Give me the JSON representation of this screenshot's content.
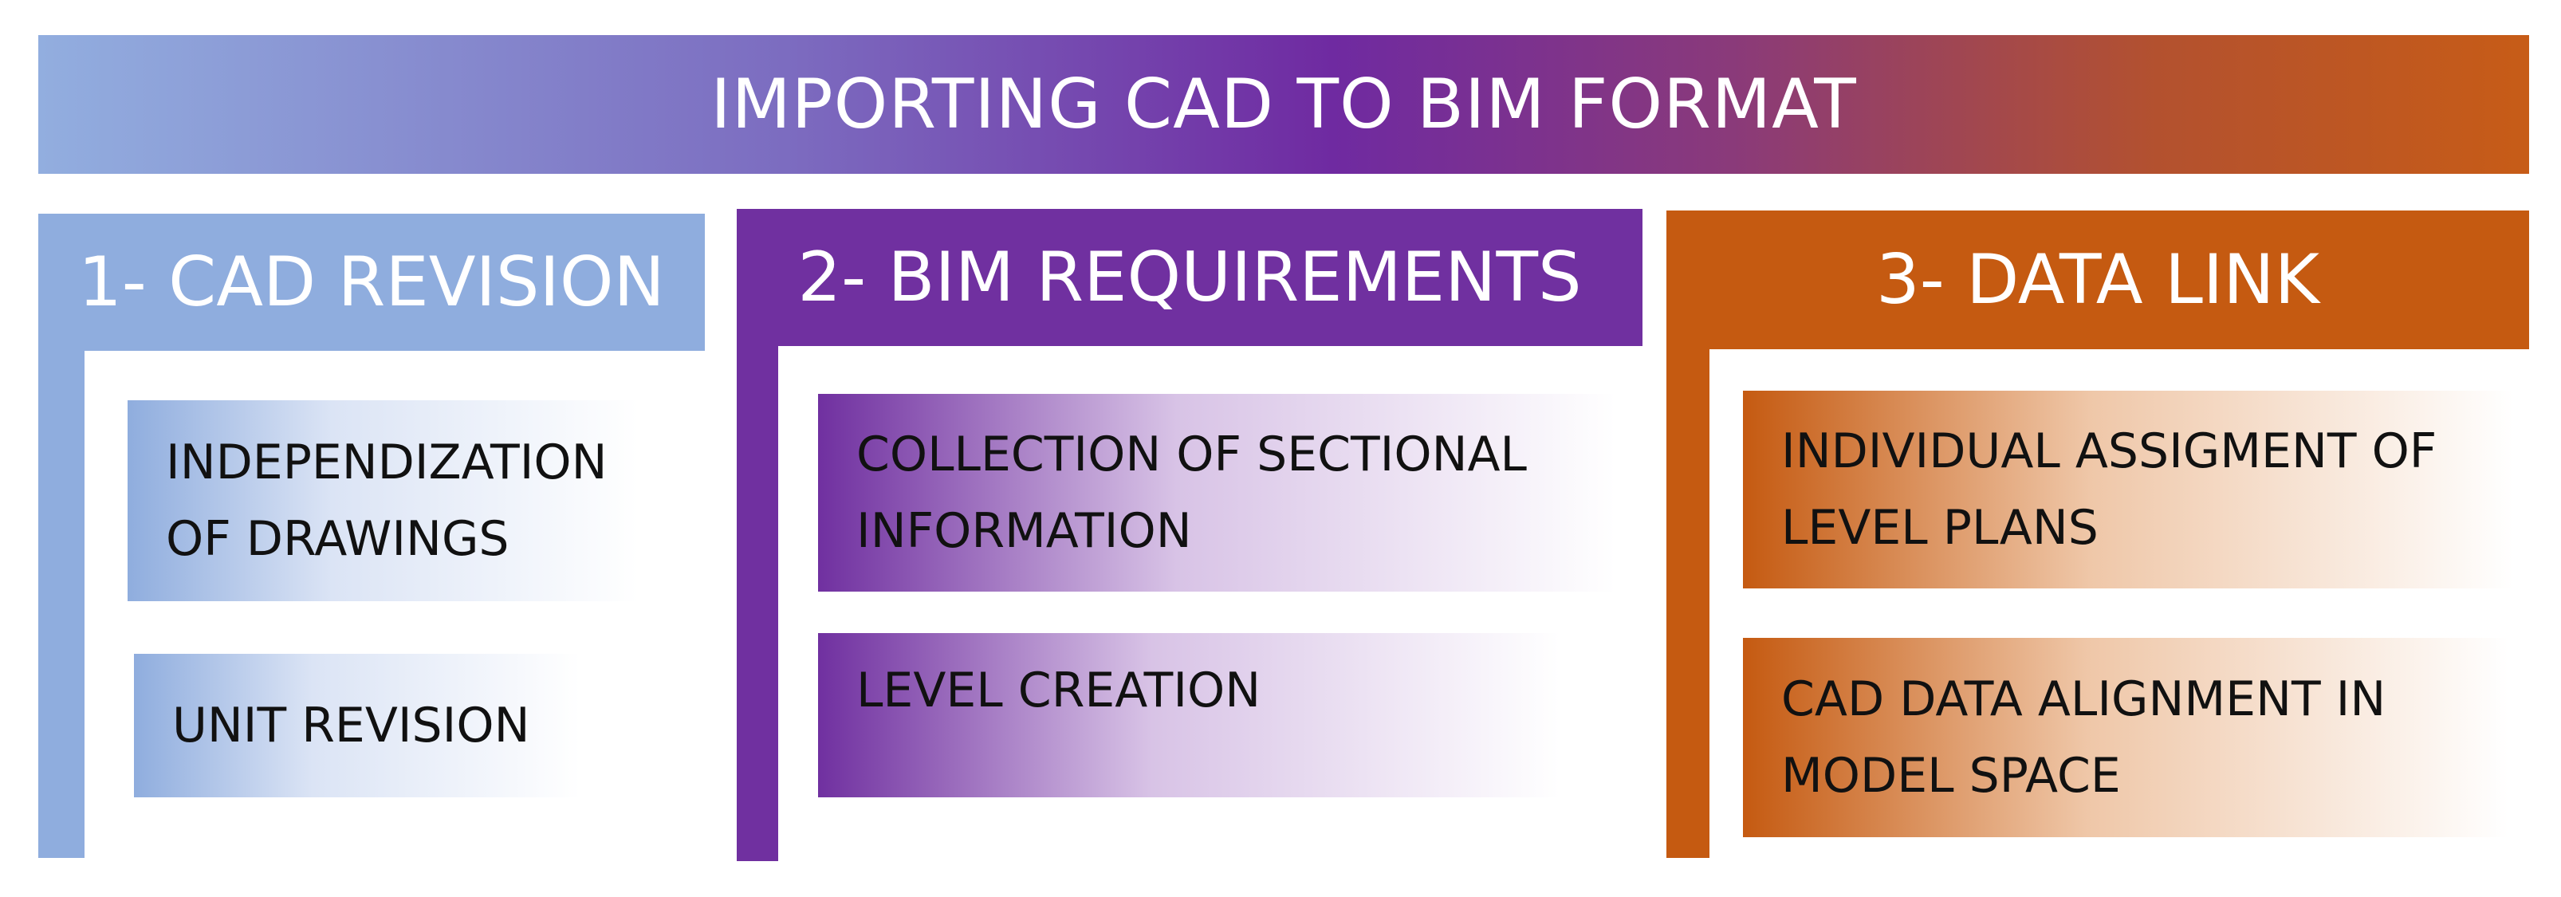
{
  "title": "IMPORTING CAD TO BIM FORMAT",
  "columns": [
    {
      "heading": "1- CAD REVISION",
      "color": "#8fadde",
      "items": [
        [
          "INDEPENDIZATION",
          "OF DRAWINGS"
        ],
        [
          "UNIT REVISION"
        ]
      ]
    },
    {
      "heading": "2- BIM REQUIREMENTS",
      "color": "#7030a0",
      "items": [
        [
          "COLLECTION OF SECTIONAL",
          "INFORMATION"
        ],
        [
          "LEVEL CREATION"
        ]
      ]
    },
    {
      "heading": "3- DATA LINK",
      "color": "#c55a11",
      "items": [
        [
          "INDIVIDUAL ASSIGMENT OF",
          "LEVEL PLANS"
        ],
        [
          "CAD DATA ALIGNMENT IN",
          "MODEL SPACE"
        ]
      ]
    }
  ]
}
